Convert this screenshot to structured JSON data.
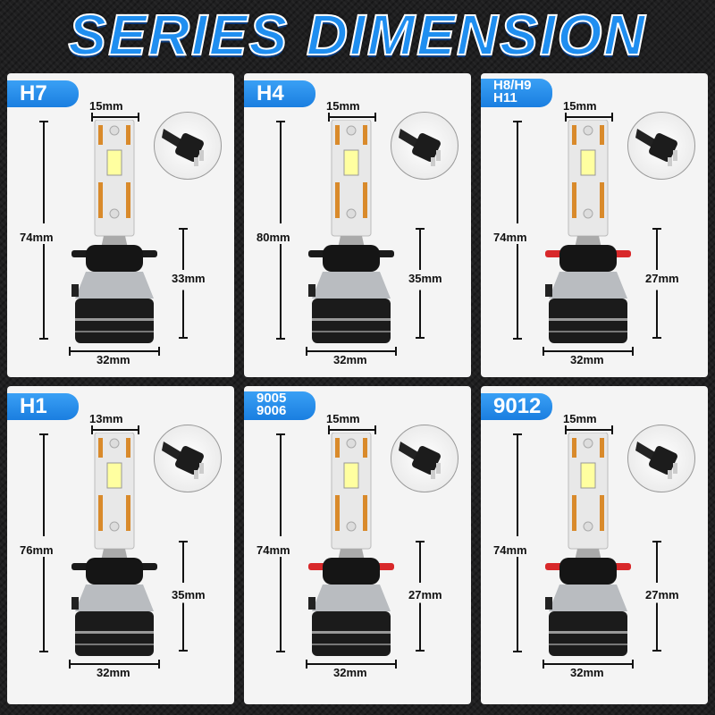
{
  "title": "SERIES DIMENSION",
  "colors": {
    "accent": "#1f8ef0",
    "ring_red": "#d8282a"
  },
  "cards": [
    {
      "label": [
        "H7"
      ],
      "width_top": "15mm",
      "height": "74mm",
      "base_height": "33mm",
      "width_bottom": "32mm",
      "ring": "black",
      "connector": "h7-plug-icon"
    },
    {
      "label": [
        "H4"
      ],
      "width_top": "15mm",
      "height": "80mm",
      "base_height": "35mm",
      "width_bottom": "32mm",
      "ring": "black",
      "connector": "h4-plug-icon"
    },
    {
      "label": [
        "H8/H9",
        "H11"
      ],
      "width_top": "15mm",
      "height": "74mm",
      "base_height": "27mm",
      "width_bottom": "32mm",
      "ring": "red",
      "connector": "h11-plug-icon"
    },
    {
      "label": [
        "H1"
      ],
      "width_top": "13mm",
      "height": "76mm",
      "base_height": "35mm",
      "width_bottom": "32mm",
      "ring": "black",
      "connector": "h1-wire-icon"
    },
    {
      "label": [
        "9005",
        "9006"
      ],
      "width_top": "15mm",
      "height": "74mm",
      "base_height": "27mm",
      "width_bottom": "32mm",
      "ring": "red",
      "connector": "9005-plug-icon"
    },
    {
      "label": [
        "9012"
      ],
      "width_top": "15mm",
      "height": "74mm",
      "base_height": "27mm",
      "width_bottom": "32mm",
      "ring": "red",
      "connector": "9012-plug-icon"
    }
  ]
}
